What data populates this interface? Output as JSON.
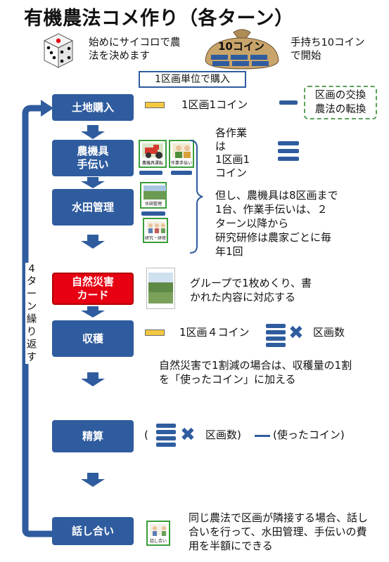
{
  "title": "有機農法コメ作り（各ターン）",
  "intro": {
    "dice_text_1": "始めにサイコロで農",
    "dice_text_2": "法を決めます",
    "coins_badge": "10コイン",
    "coins_text_1": "手持ち10コイン",
    "coins_text_2": "で開始"
  },
  "purchase_unit": "1区画単位で購入",
  "loop_label": "4ターン繰り返す",
  "steps": {
    "land": "土地購入",
    "tools_1": "農機具",
    "tools_2": "手伝い",
    "water": "水田管理",
    "disaster_1": "自然災害",
    "disaster_2": "カード",
    "harvest": "収穫",
    "settle": "精算",
    "discuss": "話し合い"
  },
  "land_cost": "1区画1コイン",
  "land_note_1": "区画の交換",
  "land_note_2": "農法の転換",
  "work_cost": [
    "各作業",
    "は",
    "1区画1",
    "コイン"
  ],
  "cards": {
    "tractor": "農機具運転",
    "helper": "作業手伝い",
    "paddy": "水田管理",
    "research": "研究・研修",
    "discuss": "話し合い"
  },
  "tools_note": [
    "但し、農機具は8区画まで",
    "1台、作業手伝いは、２",
    "ターン以降から",
    "研究研修は農家ごとに毎",
    "年1回"
  ],
  "disaster_note_1": "グループで1枚めくり、書",
  "disaster_note_2": "かれた内容に対応する",
  "harvest_cost": "1区画４コイン",
  "harvest_plots": "区画数",
  "harvest_note_1": "自然災害で1割減の場合は、収穫量の1割",
  "harvest_note_2": "を「使ったコイン」に加える",
  "settle_open": "(",
  "settle_plots": "区画数)",
  "settle_used": "(使ったコイン)",
  "discuss_note_1": "同じ農法で区画が隣接する場合、話し",
  "discuss_note_2": "合いを行って、水田管理、手伝いの費",
  "discuss_note_3": "用を半額にできる",
  "colors": {
    "step_blue": "#2f5c9e",
    "disaster_red": "#e60012",
    "card_green": "#3a9d3a",
    "coin_gold": "#f5c842"
  }
}
